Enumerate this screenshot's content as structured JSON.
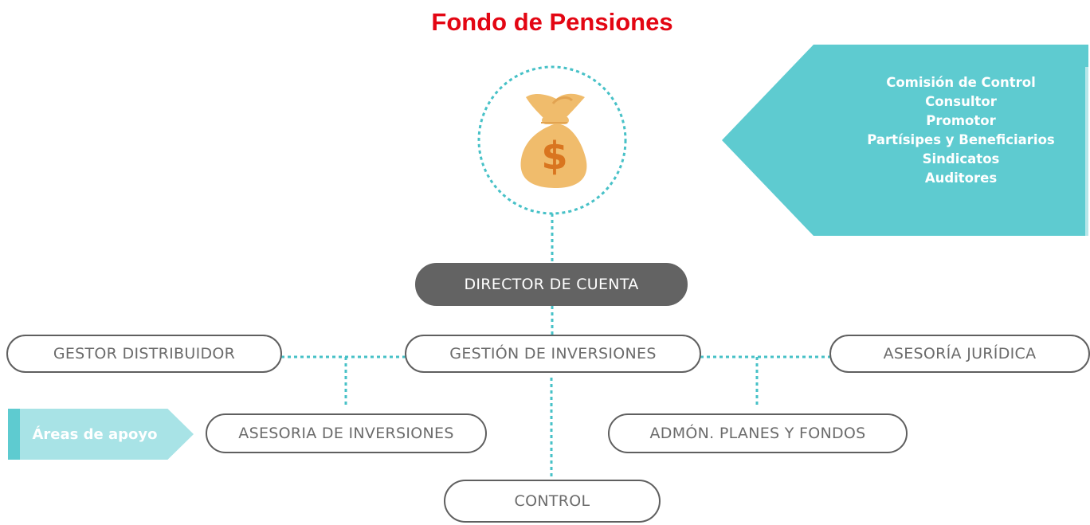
{
  "title": "Fondo de Pensiones",
  "stakeholders": [
    "Comisión de Control",
    "Consultor",
    "Promotor",
    "Partísipes y Beneficiarios",
    "Sindicatos",
    "Auditores"
  ],
  "nodes": {
    "director": "DIRECTOR DE CUENTA",
    "gestion": "GESTIÓN DE INVERSIONES",
    "gestor": "GESTOR DISTRIBUIDOR",
    "juridica": "ASESORÍA JURÍDICA",
    "asesoria_inv": "ASESORIA DE INVERSIONES",
    "admon": "ADMÓN. PLANES Y FONDOS",
    "control": "CONTROL"
  },
  "support_label": "Áreas de apoyo",
  "icons": {
    "money_bag": "money-bag-icon",
    "currency_symbol": "$"
  },
  "colors": {
    "title": "#e30613",
    "accent": "#5ecbd0",
    "accent_light": "#a8e3e6",
    "node_border": "#5f5f5f",
    "node_dark": "#636363",
    "bag": "#f0bc6c",
    "bag_symbol": "#d9751f"
  }
}
